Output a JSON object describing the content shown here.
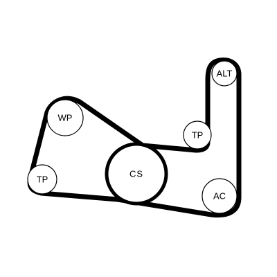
{
  "diagram": {
    "pulleys": {
      "alternator": "ALT",
      "water_pump": "WP",
      "tensioner_upper": "TP",
      "tensioner_lower": "TP",
      "crankshaft": "CS",
      "ac_compressor": "AC"
    },
    "colors": {
      "belt": "#000000",
      "pulley_outline": "#000000",
      "background": "#ffffff"
    }
  }
}
